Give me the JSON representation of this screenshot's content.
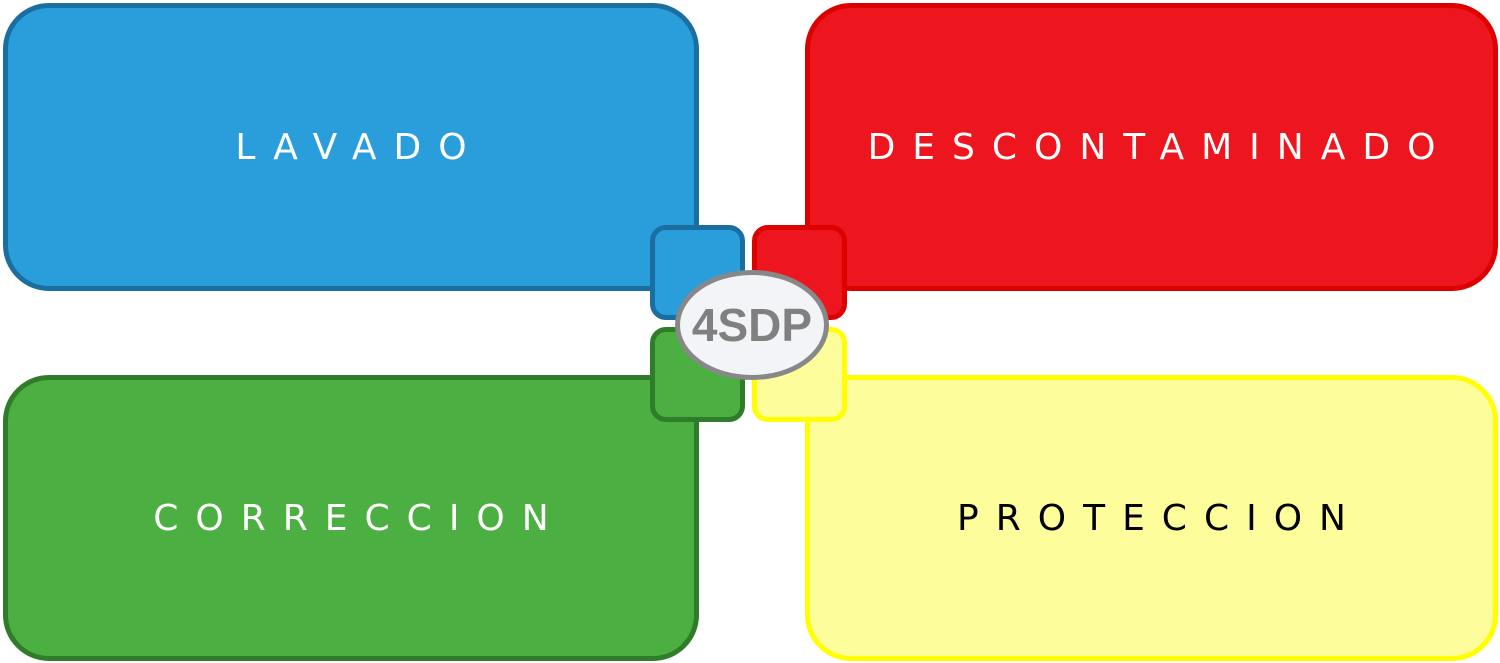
{
  "quadrants": [
    {
      "label": "LAVADO",
      "fill": "#2a9edb",
      "border": "#1a6fa0",
      "text_color": "#ffffff"
    },
    {
      "label": "DESCONTAMINADO",
      "fill": "#ee161e",
      "border": "#dd0000",
      "text_color": "#ffffff"
    },
    {
      "label": "CORRECCION",
      "fill": "#4caf42",
      "border": "#2f7d2a",
      "text_color": "#ffffff"
    },
    {
      "label": "PROTECCION",
      "fill": "#fdfd9c",
      "border": "#ffff00",
      "text_color": "#000000"
    }
  ],
  "center": {
    "label": "4SDP"
  }
}
